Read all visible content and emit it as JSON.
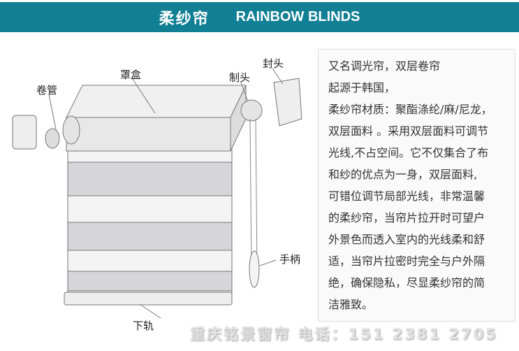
{
  "header": {
    "title_cn": "柔纱帘",
    "title_en": "RAINBOW BLINDS"
  },
  "labels": {
    "tube": "卷管",
    "cover_box": "罩盒",
    "control_head": "制头",
    "end_cap": "封头",
    "handle": "手柄",
    "bottom_rail": "下轨"
  },
  "description": [
    "又名调光帘，双层卷帘",
    "起源于韩国，",
    "柔纱帘材质：聚酯涤纶/麻/尼龙，",
    "双层面料 。采用双层面料可调节",
    "光线,不占空间。它不仅集合了布",
    "和纱的优点为一身，双层面料,",
    "可错位调节局部光线，非常温馨",
    "的柔纱帘，当帘片拉开时可望户",
    "外景色而透入室内的光线柔和舒",
    "适，当帘片拉密时完全与户外隔",
    "绝，确保隐私，尽显柔纱帘的简",
    "洁雅致。"
  ],
  "watermark": "重庆铭景窗帘 电话：151 2381 2705"
}
